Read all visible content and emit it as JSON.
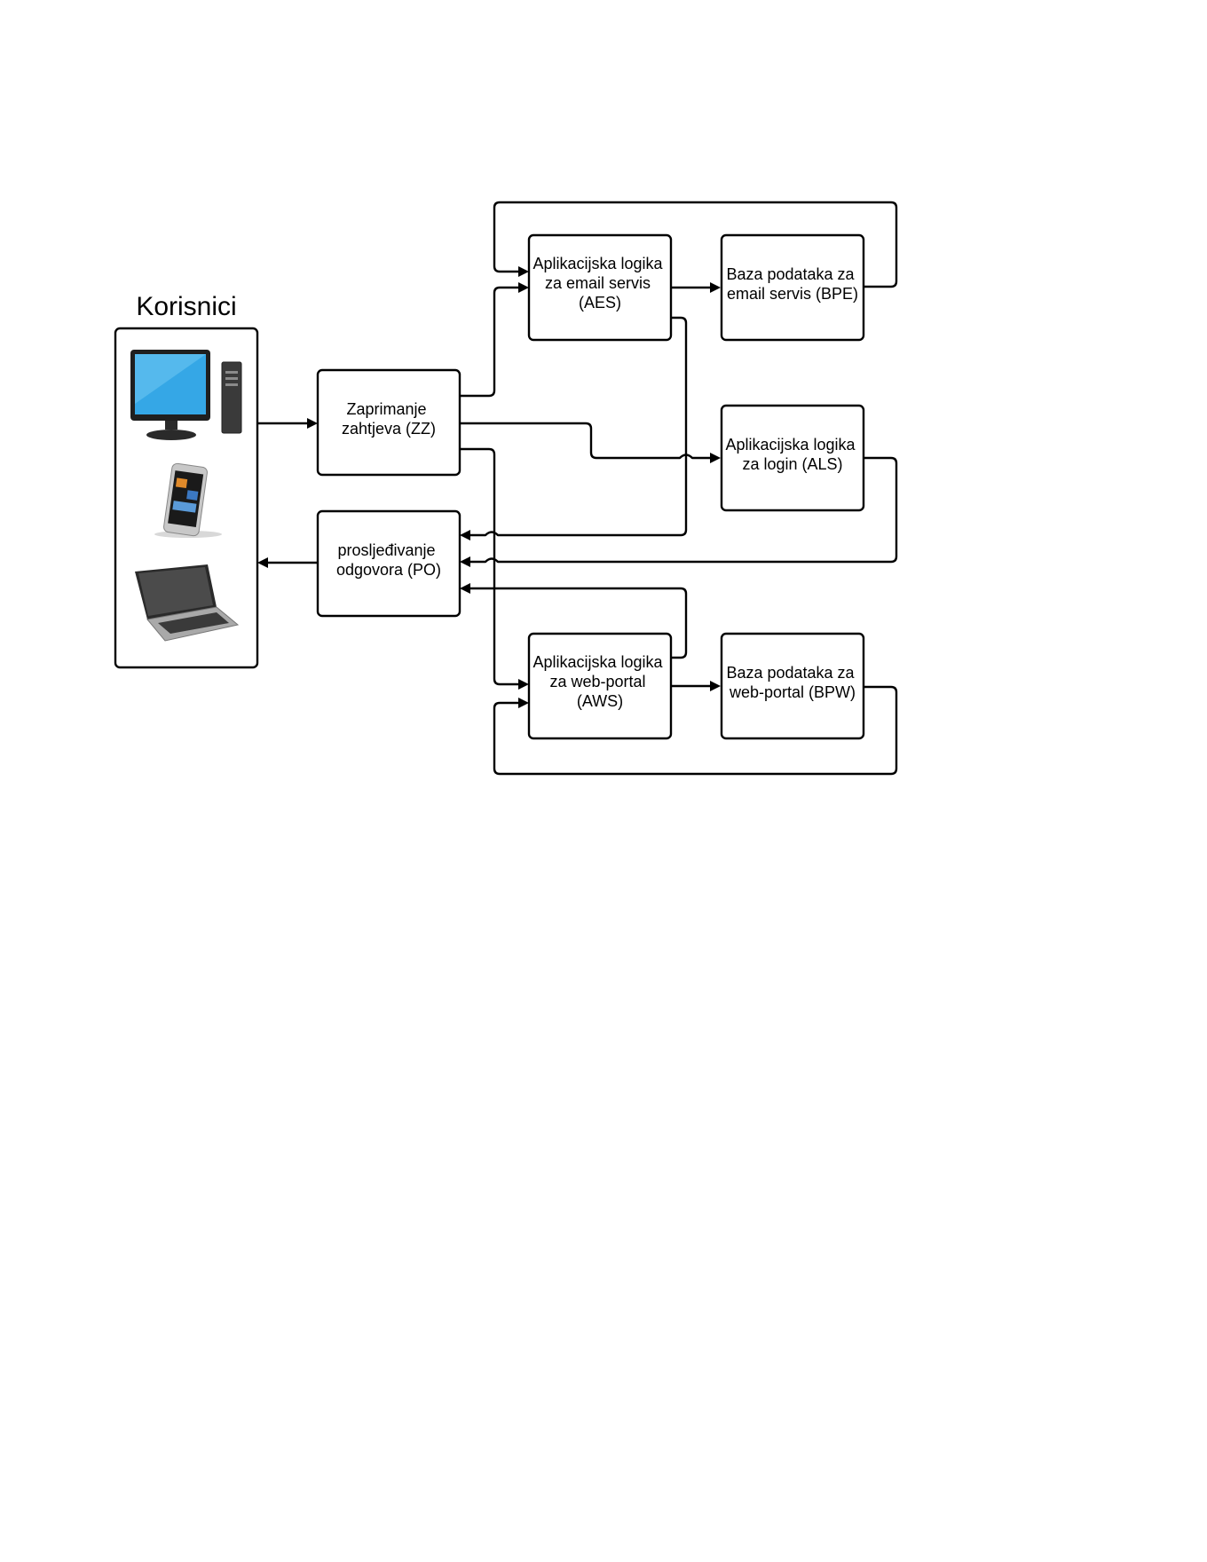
{
  "users": {
    "title": "Korisnici",
    "devices": [
      "desktop-computer",
      "smartphone",
      "laptop"
    ]
  },
  "nodes": {
    "zz": {
      "lines": [
        "Zaprimanje",
        "zahtjeva (ZZ)"
      ]
    },
    "po": {
      "lines": [
        "prosljeđivanje",
        "odgovora (PO)"
      ]
    },
    "aes": {
      "lines": [
        "Aplikacijska logika",
        "za email servis",
        "(AES)"
      ]
    },
    "bpe": {
      "lines": [
        "Baza podataka za",
        "email servis (BPE)"
      ]
    },
    "als": {
      "lines": [
        "Aplikacijska logika",
        "za login (ALS)"
      ]
    },
    "aws": {
      "lines": [
        "Aplikacijska logika",
        "za web-portal",
        "(AWS)"
      ]
    },
    "bpw": {
      "lines": [
        "Baza podataka za",
        "web-portal (BPW)"
      ]
    }
  },
  "edges": [
    {
      "from": "users",
      "to": "zz"
    },
    {
      "from": "zz",
      "to": "aes"
    },
    {
      "from": "zz",
      "to": "als"
    },
    {
      "from": "zz",
      "to": "aws"
    },
    {
      "from": "aes",
      "to": "bpe"
    },
    {
      "from": "bpe",
      "to": "aes"
    },
    {
      "from": "aes",
      "to": "po"
    },
    {
      "from": "als",
      "to": "po"
    },
    {
      "from": "aws",
      "to": "po"
    },
    {
      "from": "aws",
      "to": "bpw"
    },
    {
      "from": "bpw",
      "to": "aws"
    },
    {
      "from": "po",
      "to": "users"
    }
  ]
}
